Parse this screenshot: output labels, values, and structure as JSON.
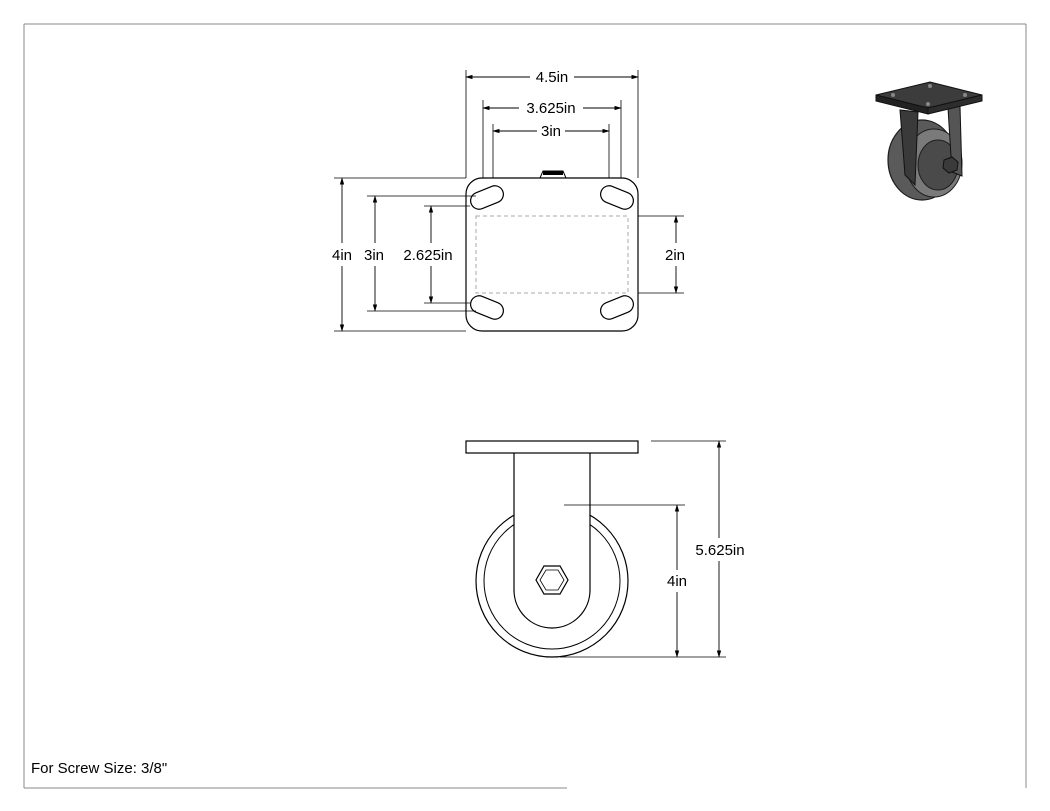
{
  "top_view": {
    "plate_width": "4.5in",
    "hole_spacing_outer_width": "3.625in",
    "hole_spacing_inner_width": "3in",
    "plate_length": "4in",
    "hole_spacing_outer_length": "3in",
    "hole_spacing_inner_length": "2.625in",
    "inner_length": "2in"
  },
  "side_view": {
    "overall_height": "5.625in",
    "wheel_diameter": "4in"
  },
  "note": "For Screw Size: 3/8\"",
  "colors": {
    "line": "#000000",
    "frame": "#8a8a8a",
    "hidden_line": "#aaaaaa",
    "caster_body": "#4a4a4a",
    "caster_plate": "#2b2b2b"
  },
  "icons": {
    "iso": "caster-isometric-icon"
  }
}
